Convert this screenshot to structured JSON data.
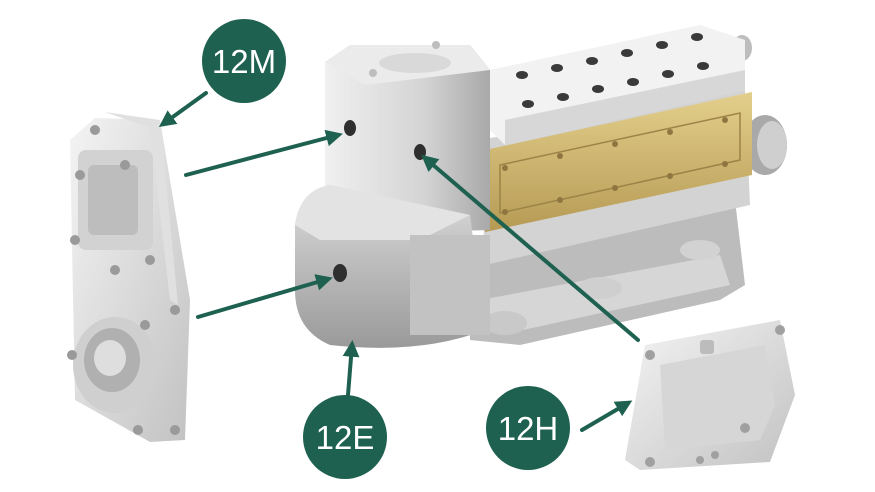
{
  "callouts": [
    {
      "id": "12M",
      "label": "12M"
    },
    {
      "id": "12E",
      "label": "12E"
    },
    {
      "id": "12H",
      "label": "12H"
    }
  ],
  "colors": {
    "badge": "#1e6150",
    "arrow": "#1e6150",
    "metal_light": "#e6e6e6",
    "metal_mid": "#bdbdbd",
    "metal_dark": "#8e8e8e",
    "brass": "#d2b870",
    "background": "#ffffff"
  }
}
